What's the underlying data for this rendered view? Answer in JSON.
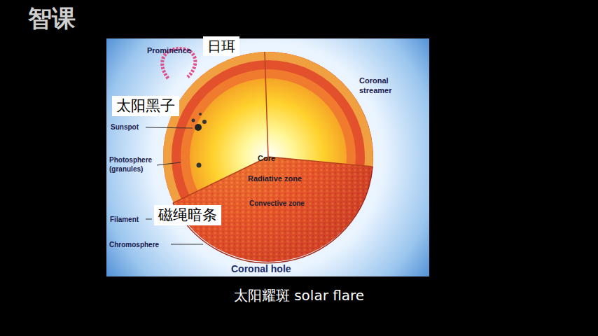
{
  "diagram": {
    "caption": "太阳耀斑 solar flare",
    "nodes": [
      {
        "text": [
          "日珥"
        ]
      },
      {
        "text": [
          "太阳黑子"
        ]
      },
      {
        "text": [
          "磁绳暗条"
        ]
      }
    ],
    "labels": [
      "智课",
      "Prominence",
      "Coronal streamer",
      "Sunspot",
      "Photosphere (granules)",
      "Core",
      "Radiative zone",
      "Convective zone",
      "Filament",
      "Chromosphere",
      "Coronal hole"
    ]
  }
}
